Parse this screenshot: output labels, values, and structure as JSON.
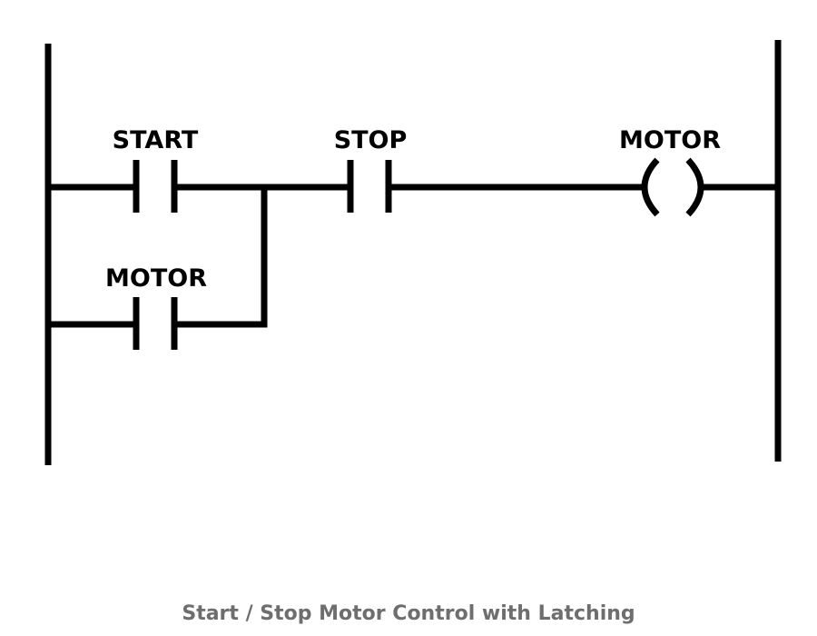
{
  "diagram": {
    "type": "ladder-logic",
    "caption": "Start / Stop Motor Control with Latching",
    "rungs": [
      {
        "elements": [
          {
            "kind": "contact-no",
            "label": "START"
          },
          {
            "kind": "contact-no",
            "label": "STOP"
          },
          {
            "kind": "coil",
            "label": "MOTOR"
          }
        ]
      },
      {
        "branch_of": 0,
        "elements": [
          {
            "kind": "contact-no",
            "label": "MOTOR"
          }
        ]
      }
    ]
  },
  "colors": {
    "line": "#000000",
    "caption": "#6e6e6e",
    "background": "#ffffff"
  }
}
